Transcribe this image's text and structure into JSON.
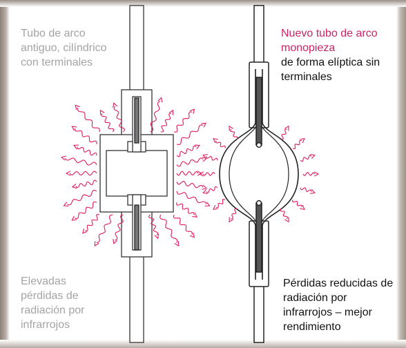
{
  "old_tube": {
    "caption": "Tubo de arco antiguo, cilíndrico con terminales",
    "losses": "Elevadas pérdidas de radiación por infrarrojos"
  },
  "new_tube": {
    "caption_highlight": "Nuevo tubo de arco monopieza",
    "caption_rest": "de forma elíptica sin terminales",
    "losses": "Pérdidas reducidas de radiación por infrarrojos – mejor rendimiento"
  },
  "colors": {
    "radiation": "#e0195a",
    "highlight": "#cc2266",
    "old_text": "#a4a4a4",
    "new_text": "#111111"
  }
}
